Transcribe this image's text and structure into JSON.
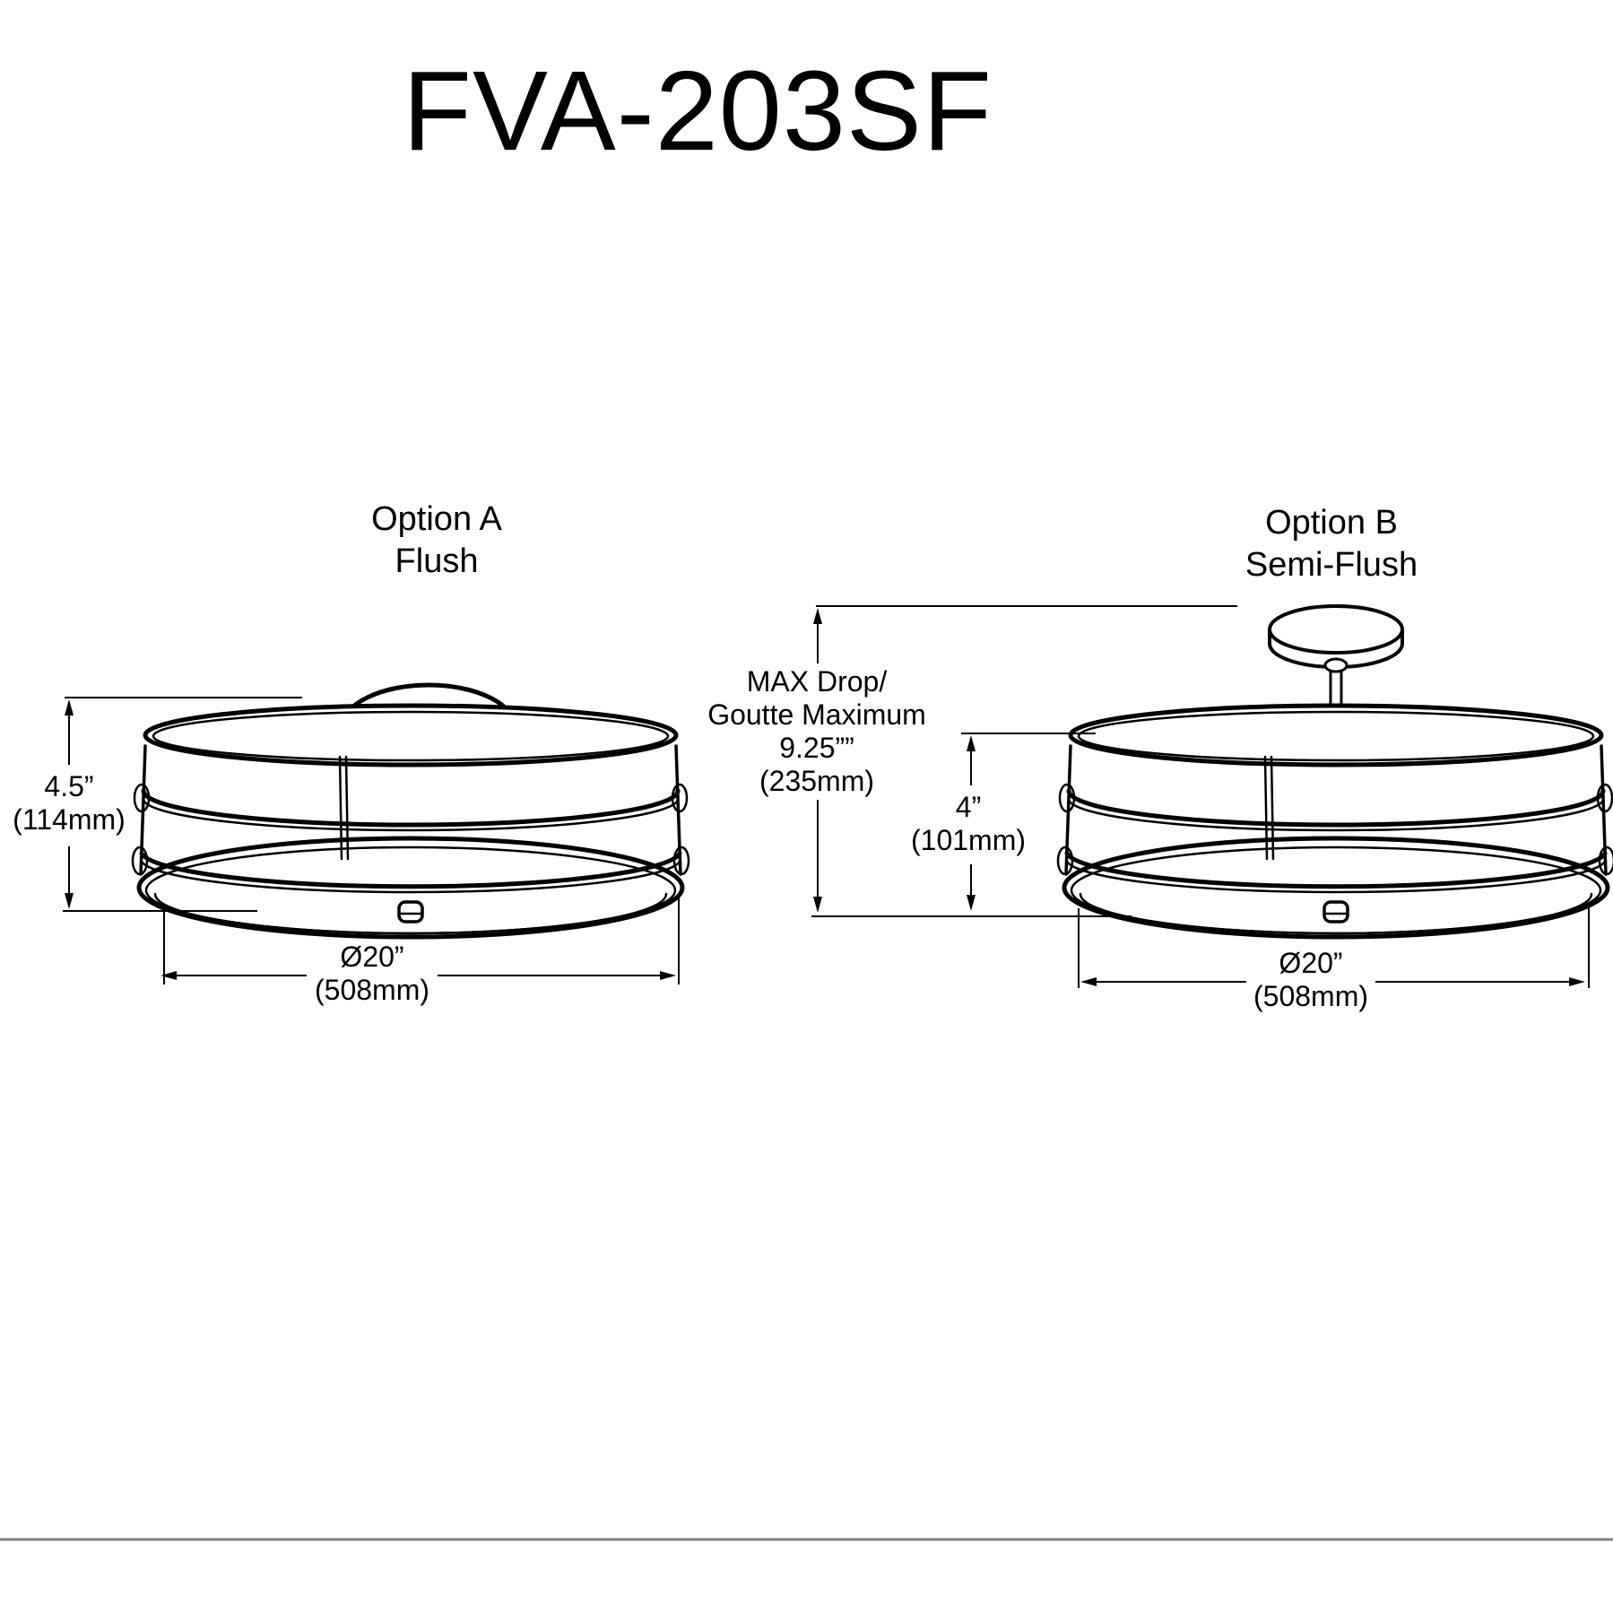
{
  "page": {
    "title": "FVA-203SF"
  },
  "colors": {
    "ink": "#000000",
    "divider": "#808080",
    "background": "#ffffff"
  },
  "option_a": {
    "label": "Option A",
    "mount_type": "Flush",
    "height_in": "4.5”",
    "height_mm": "(114mm)",
    "diameter_in": "Ø20”",
    "diameter_mm": "(508mm)"
  },
  "option_b": {
    "label": "Option B",
    "mount_type": "Semi-Flush",
    "max_drop_line1": "MAX Drop/",
    "max_drop_line2": "Goutte Maximum",
    "max_drop_line3": "9.25””",
    "max_drop_line4": "(235mm)",
    "height_in": "4”",
    "height_mm": "(101mm)",
    "diameter_in": "Ø20”",
    "diameter_mm": "(508mm)"
  }
}
